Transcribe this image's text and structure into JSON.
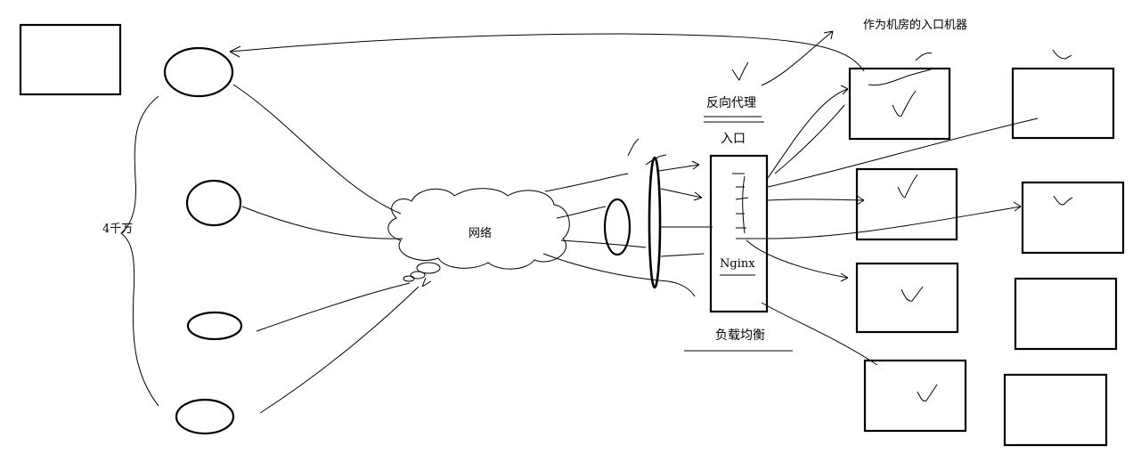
{
  "labels": {
    "users_count": "4千万",
    "network": "网络",
    "datacenter_entry": "作为机房的入口机器",
    "reverse_proxy": "反向代理",
    "entry": "入口",
    "nginx": "Nginx",
    "load_balancing": "负载均衡"
  }
}
